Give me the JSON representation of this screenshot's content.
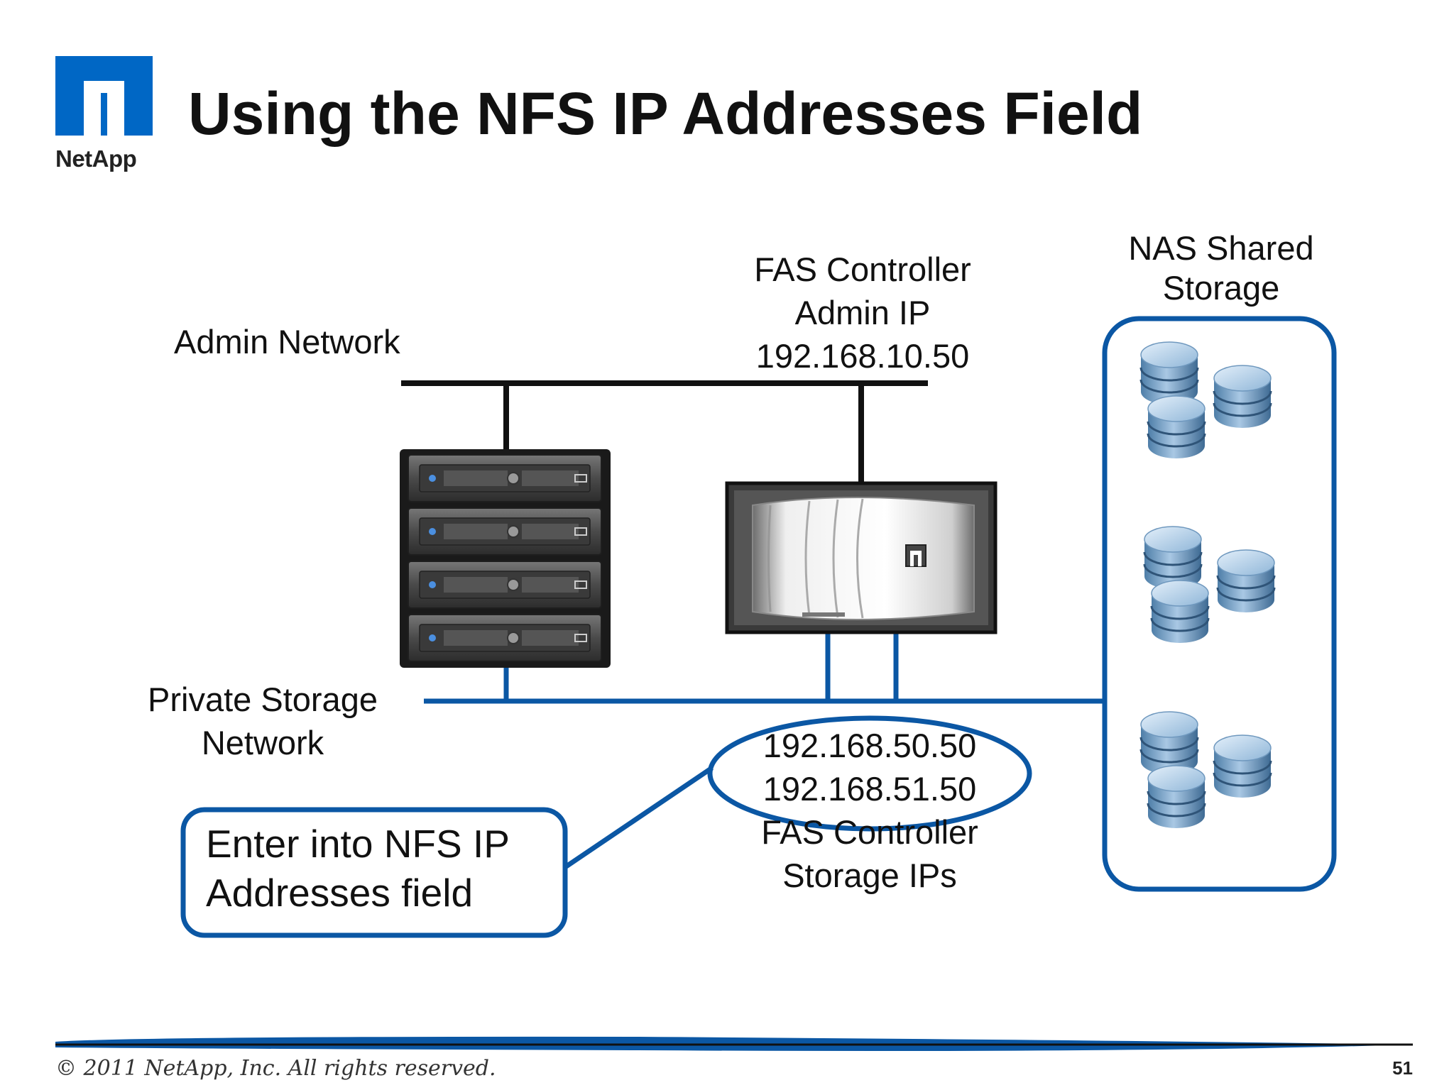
{
  "slide": {
    "title": "Using the NFS IP Addresses Field",
    "logo_text": "NetApp",
    "page_number": "51",
    "copyright": "© 2011 NetApp, Inc. All rights reserved."
  },
  "labels": {
    "admin_network": "Admin Network",
    "fas_admin": [
      "FAS Controller",
      "Admin IP",
      "192.168.10.50"
    ],
    "nas_shared": [
      "NAS Shared",
      "Storage"
    ],
    "private_storage": [
      "Private Storage",
      "Network"
    ],
    "storage_ips": [
      "192.168.50.50",
      "192.168.51.50"
    ],
    "fas_storage": [
      "FAS Controller",
      "Storage IPs"
    ],
    "callout": [
      "Enter into NFS IP",
      "Addresses field"
    ]
  },
  "colors": {
    "netapp_blue": "#0067c5",
    "accent_blue": "#0b57a4",
    "line_black": "#111111",
    "disk_blue": "#8fb6d8"
  },
  "icons": {
    "server": "server-rack-icon",
    "controller": "fas-controller-icon",
    "disk": "disk-stack-icon"
  }
}
